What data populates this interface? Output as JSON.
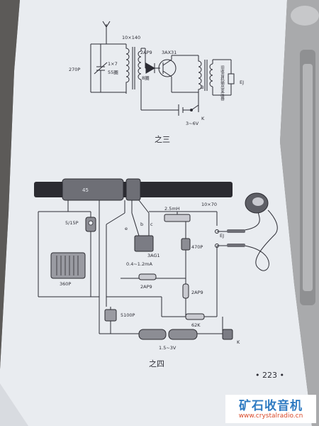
{
  "figure3": {
    "caption": "之三",
    "coil_spec": "10×140",
    "cap_label": "270P",
    "coil_turns": "1×7",
    "coil_count": "55圈",
    "diode_label": "2AP9",
    "diode_turns": "8圈",
    "transistor_label": "3AX31",
    "b_label": "B",
    "transformer_note": "旧收音机输出变压器",
    "ej_label": "EJ",
    "battery_label": "3~6V",
    "k_label": "K"
  },
  "figure4": {
    "caption": "之四",
    "rod_label": "45",
    "trimmer_label": "5/15P",
    "varicap_label": "360P",
    "choke_label": "2.5mH",
    "phone_spec": "10×70",
    "e_label": "e",
    "b_label": "b",
    "c_label": "c",
    "transistor_label": "3AG1",
    "current_label": "0.4~1.2mA",
    "cap_470_label": "470P",
    "ej_label": "EJ",
    "diode1_label": "2AP9",
    "diode2_label": "2AP9",
    "cap_5100_label": "5100P",
    "res_label": "62K",
    "battery_label": "1.5~3V",
    "k_label": "K"
  },
  "page_number": "• 223 •",
  "watermark": {
    "title": "矿石收音机",
    "url": "www.crystalradio.cn"
  }
}
